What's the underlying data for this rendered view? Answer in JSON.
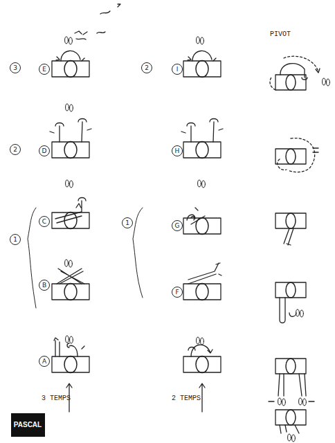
{
  "diagram": {
    "nodes": [
      {
        "text": [
          "3"
        ]
      },
      {
        "text": [
          "E"
        ]
      },
      {
        "text": [
          "2"
        ]
      },
      {
        "text": [
          "I"
        ]
      },
      {
        "text": [
          "2"
        ]
      },
      {
        "text": [
          "D"
        ]
      },
      {
        "text": [
          "H"
        ]
      },
      {
        "text": [
          "C"
        ]
      },
      {
        "text": [
          "1"
        ]
      },
      {
        "text": [
          "G"
        ]
      },
      {
        "text": [
          "1"
        ]
      },
      {
        "text": [
          "B"
        ]
      },
      {
        "text": [
          "F"
        ]
      },
      {
        "text": [
          "A"
        ]
      },
      {
        "text": [
          "PASCAL"
        ]
      }
    ],
    "labels": [
      "PIVOT",
      "3 TEMPS",
      "2 TEMPS"
    ]
  }
}
